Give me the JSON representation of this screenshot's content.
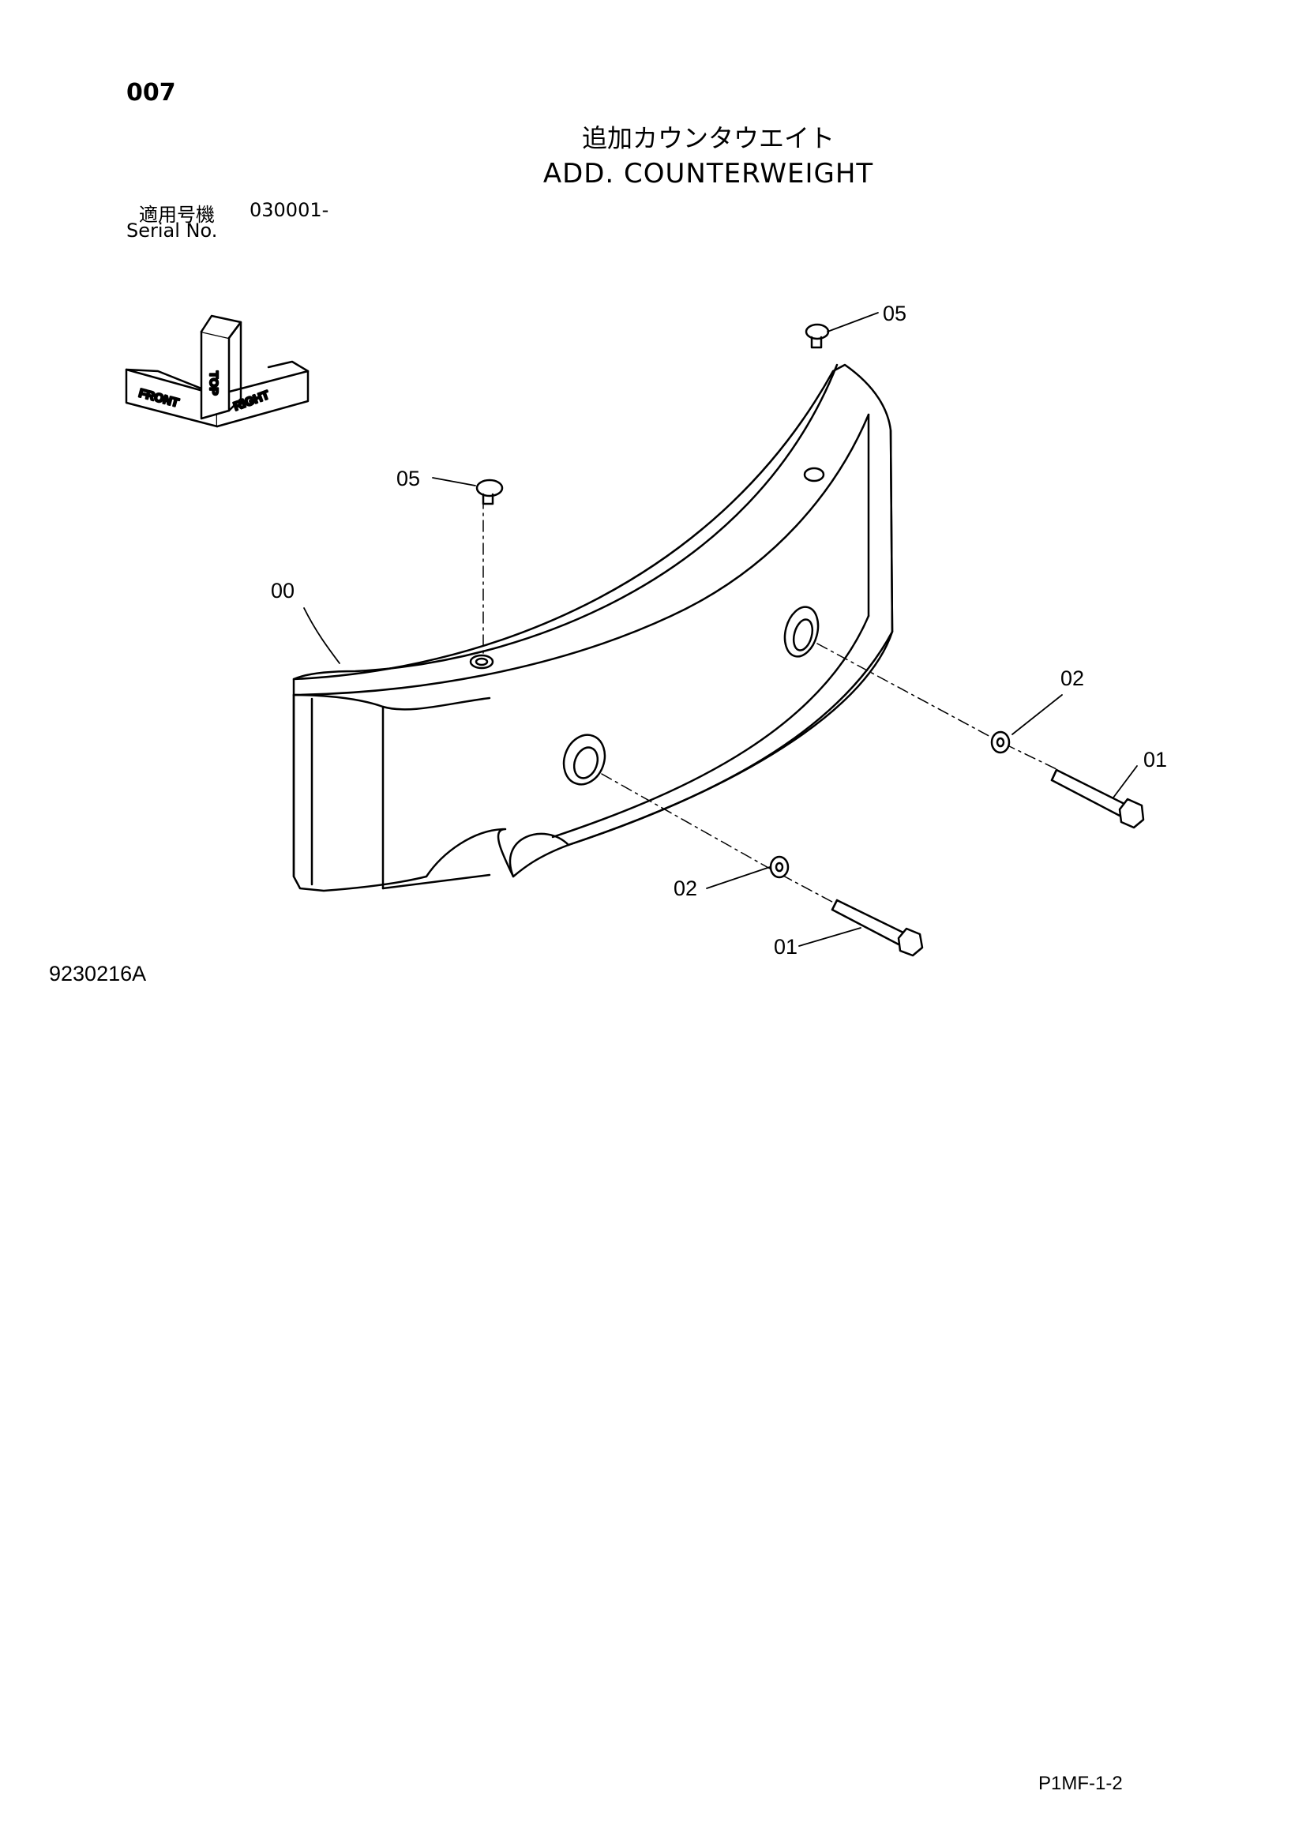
{
  "header": {
    "page_number": "007",
    "title_jp": "追加カウンタウエイト",
    "title_en": "ADD. COUNTERWEIGHT"
  },
  "serial": {
    "label_jp": "適用号機",
    "label_en": "Serial No.",
    "value": "030001-"
  },
  "orientation": {
    "front": "FRONT",
    "top": "TOP",
    "right": "RIGHT"
  },
  "callouts": {
    "counterweight": "00",
    "bolt": "01",
    "washer": "02",
    "plug": "05"
  },
  "footer": {
    "figure_code": "9230216A",
    "page_ref": "P1MF-1-2"
  }
}
